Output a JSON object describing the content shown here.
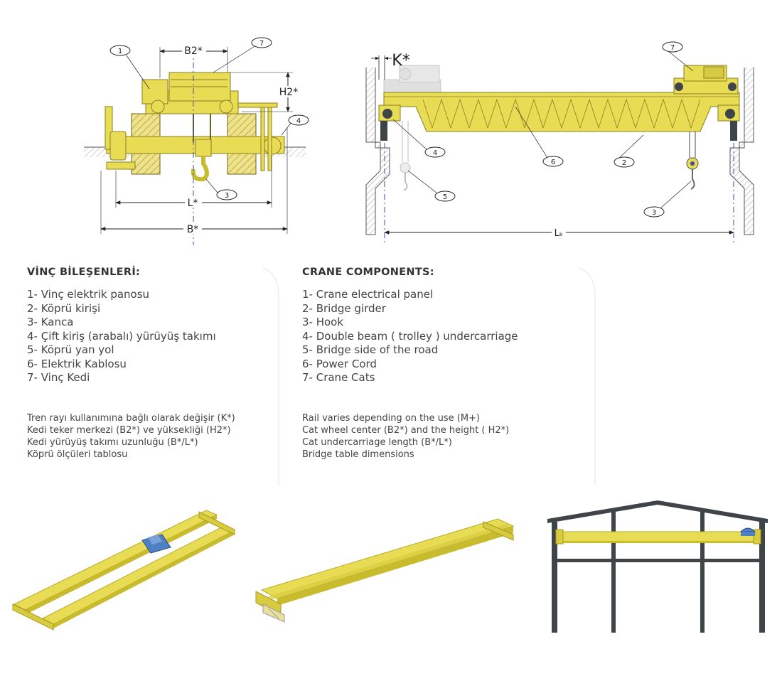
{
  "diagram_labels": {
    "b2": "B2*",
    "h2": "H2*",
    "l_star": "L*",
    "b_star": "B*",
    "k_star": "K*",
    "lk": "Lₖ",
    "callouts": [
      "1",
      "2",
      "3",
      "4",
      "5",
      "6",
      "7"
    ]
  },
  "turkish": {
    "title": "VİNÇ BİLEŞENLERİ:",
    "items": [
      "1- Vinç elektrik panosu",
      "2- Köprü kirişi",
      "3- Kanca",
      "4- Çift kiriş (arabalı) yürüyüş takımı",
      "5- Köprü yan yol",
      "6- Elektrik Kablosu",
      "7- Vinç Kedi"
    ],
    "notes": [
      "Tren rayı kullanımına bağlı olarak değişir (K*)",
      "Kedi teker merkezi (B2*) ve yüksekliği (H2*)",
      "Kedi yürüyüş takımı uzunluğu (B*/L*)",
      "Köprü ölçüleri tablosu"
    ]
  },
  "english": {
    "title": "CRANE COMPONENTS:",
    "items": [
      "1- Crane electrical panel",
      "2- Bridge girder",
      "3- Hook",
      "4- Double beam ( trolley ) undercarriage",
      "5- Bridge side of the road",
      "6- Power Cord",
      "7- Crane Cats"
    ],
    "notes": [
      "Rail varies depending on the use (M+)",
      "Cat wheel center (B2*) and the height ( H2*)",
      "Cat undercarriage length (B*/L*)",
      "Bridge table dimensions"
    ]
  },
  "colors": {
    "crane_yellow": "#e8dc55",
    "crane_yellow_dark": "#c9bb2e",
    "steel_dark": "#3f4448",
    "trolley_blue": "#4f7fc4",
    "centerline_blue": "#3b4ea8"
  }
}
